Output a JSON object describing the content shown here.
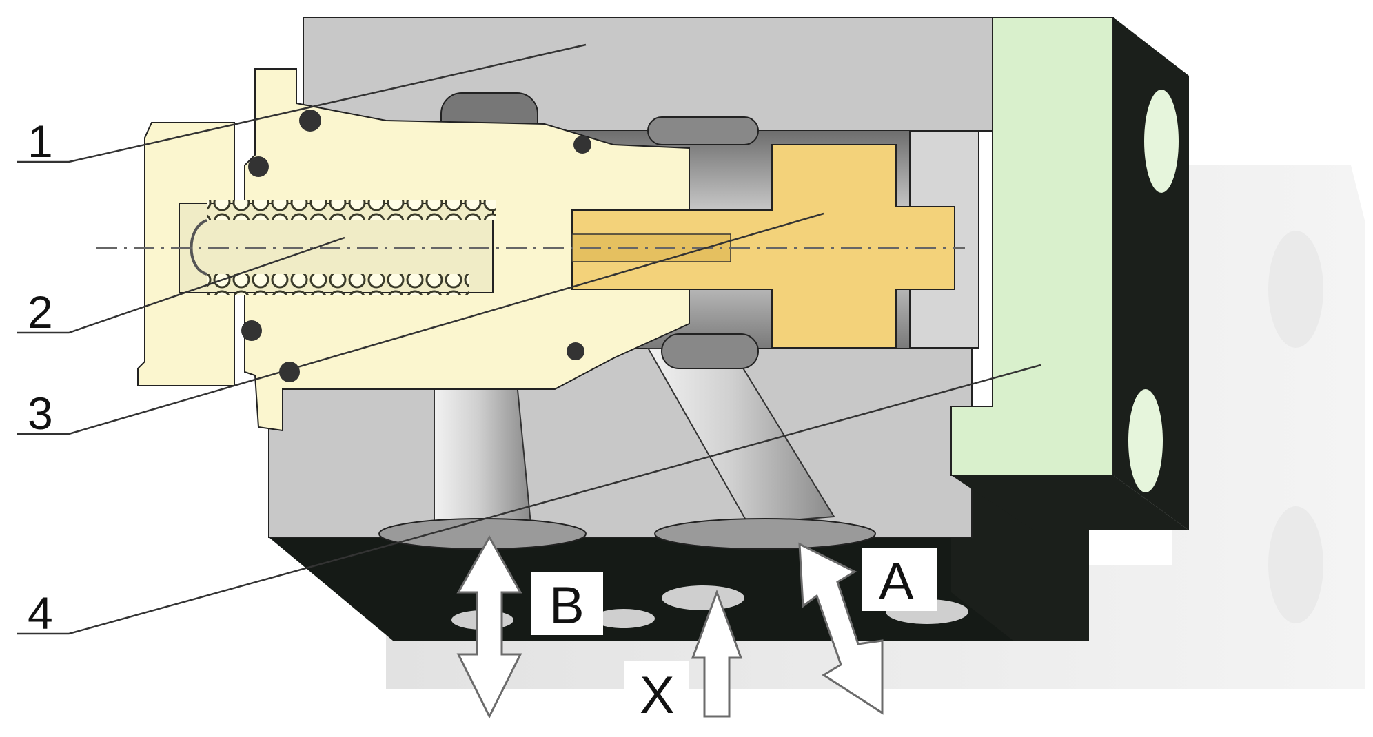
{
  "diagram": {
    "callouts": [
      {
        "id": "1",
        "label": "1"
      },
      {
        "id": "2",
        "label": "2"
      },
      {
        "id": "3",
        "label": "3"
      },
      {
        "id": "4",
        "label": "4"
      }
    ],
    "ports": [
      {
        "id": "B",
        "label": "B"
      },
      {
        "id": "X",
        "label": "X"
      },
      {
        "id": "A",
        "label": "A"
      }
    ]
  },
  "colors": {
    "housing": "#c8c8c8",
    "housing_shade": "#a9a9a9",
    "base_dark": "#151a16",
    "end_cap": "#d9f0cc",
    "end_cap_side": "#1b1f1b",
    "cartridge": "#fbf6cf",
    "spool": "#f3d27a",
    "arrow_fill": "#ffffff",
    "arrow_stroke": "#6b6b6b"
  }
}
